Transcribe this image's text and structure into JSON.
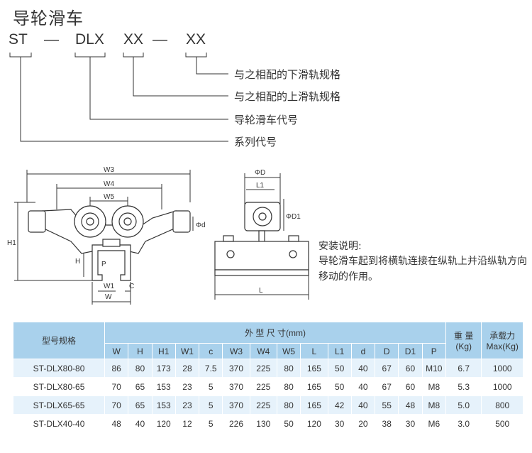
{
  "title": "导轮滑车",
  "code": {
    "part1": "ST",
    "dash1": "—",
    "part2": "DLX",
    "part3": "XX",
    "dash2": "—",
    "part4": "XX"
  },
  "legend": [
    "与之相配的下滑轨规格",
    "与之相配的上滑轨规格",
    "导轮滑车代号",
    "系列代号"
  ],
  "drawing_labels": {
    "w3": "W3",
    "w4": "W4",
    "w5": "W5",
    "h1": "H1",
    "h": "H",
    "w1": "W1",
    "c": "C",
    "w": "W",
    "d": "Φd",
    "p": "P",
    "phi_d_big": "ΦD",
    "l1": "L1",
    "phi_d1": "ΦD1",
    "l": "L"
  },
  "install": {
    "title": "安装说明:",
    "text": "导轮滑车起到将横轨连接在纵轨上并沿纵轨方向移动的作用。"
  },
  "table": {
    "model_header": "型号规格",
    "dims_header": "外 型 尺 寸(mm)",
    "weight_header": "重 量",
    "weight_unit": "(Kg)",
    "load_header": "承载力",
    "load_unit": "Max(Kg)",
    "dim_columns": [
      "W",
      "H",
      "H1",
      "W1",
      "c",
      "W3",
      "W4",
      "W5",
      "L",
      "L1",
      "d",
      "D",
      "D1",
      "P"
    ],
    "rows": [
      [
        "ST-DLX80-80",
        "86",
        "80",
        "173",
        "28",
        "7.5",
        "370",
        "225",
        "80",
        "165",
        "50",
        "40",
        "67",
        "60",
        "M10",
        "6.7",
        "1000"
      ],
      [
        "ST-DLX80-65",
        "70",
        "65",
        "153",
        "23",
        "5",
        "370",
        "225",
        "80",
        "165",
        "50",
        "40",
        "67",
        "60",
        "M8",
        "5.3",
        "1000"
      ],
      [
        "ST-DLX65-65",
        "70",
        "65",
        "153",
        "23",
        "5",
        "370",
        "225",
        "80",
        "165",
        "42",
        "40",
        "55",
        "48",
        "M8",
        "5.0",
        "800"
      ],
      [
        "ST-DLX40-40",
        "48",
        "40",
        "120",
        "12",
        "5",
        "226",
        "130",
        "50",
        "120",
        "30",
        "20",
        "38",
        "30",
        "M6",
        "3.0",
        "500"
      ]
    ]
  }
}
